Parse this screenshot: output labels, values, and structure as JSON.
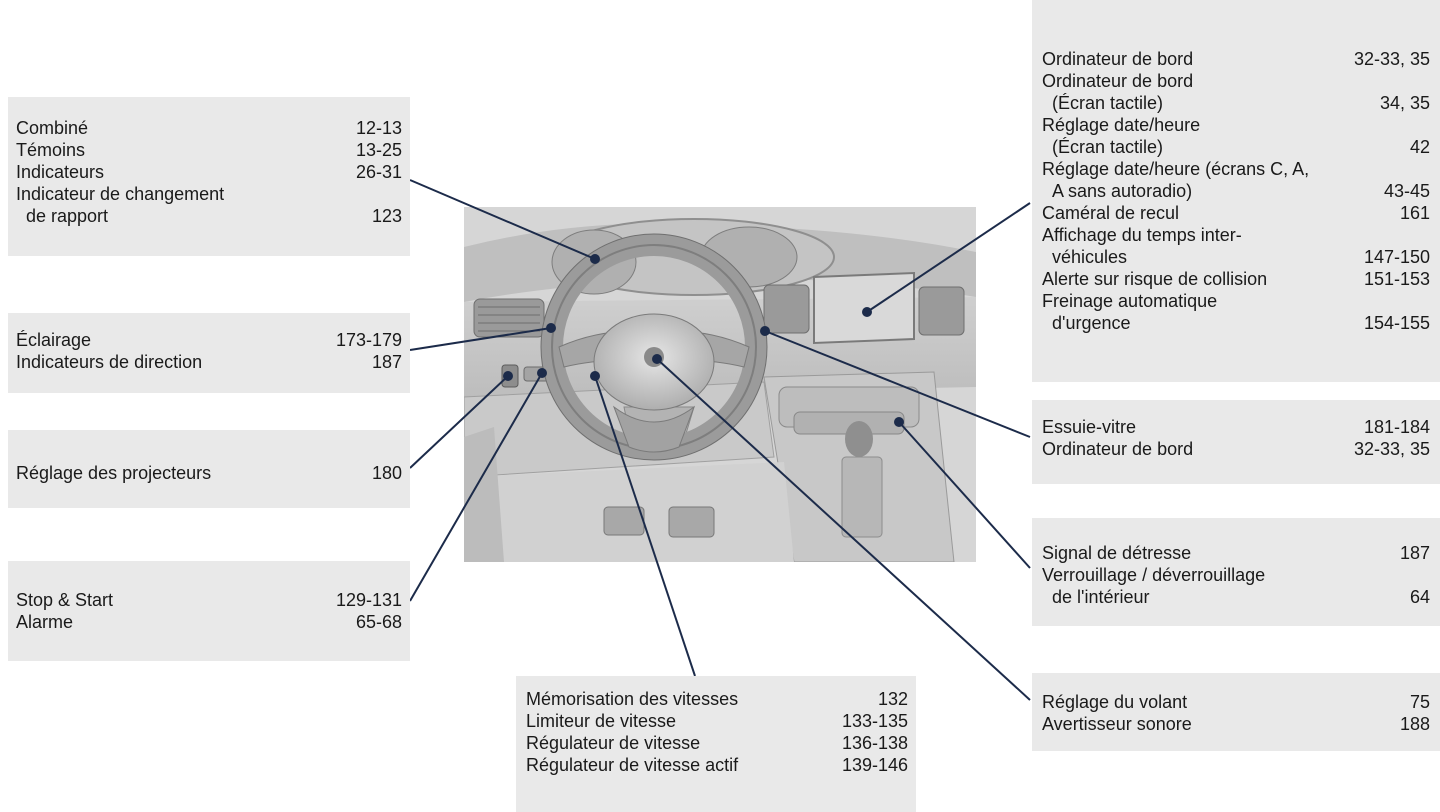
{
  "boxes": {
    "cluster": {
      "rows": [
        {
          "label": "Combiné",
          "page": "12-13"
        },
        {
          "label": "Témoins",
          "page": "13-25"
        },
        {
          "label": "Indicateurs",
          "page": "26-31"
        },
        {
          "label": "Indicateur de changement",
          "page": ""
        },
        {
          "label": "de rapport",
          "page": "123",
          "indent": true
        }
      ]
    },
    "lighting": {
      "rows": [
        {
          "label": "Éclairage",
          "page": "173-179"
        },
        {
          "label": "Indicateurs de direction",
          "page": "187"
        }
      ]
    },
    "headlamp": {
      "rows": [
        {
          "label": "Réglage des projecteurs",
          "page": "180"
        }
      ]
    },
    "stopstart": {
      "rows": [
        {
          "label": "Stop & Start",
          "page": "129-131"
        },
        {
          "label": "Alarme",
          "page": "65-68"
        }
      ]
    },
    "speed": {
      "rows": [
        {
          "label": "Mémorisation des vitesses",
          "page": "132"
        },
        {
          "label": "Limiteur de vitesse",
          "page": "133-135"
        },
        {
          "label": "Régulateur de vitesse",
          "page": "136-138"
        },
        {
          "label": "Régulateur de vitesse actif",
          "page": "139-146"
        }
      ]
    },
    "screen": {
      "rows": [
        {
          "label": "Ordinateur de bord",
          "page": "32-33, 35"
        },
        {
          "label": "Ordinateur de bord",
          "page": ""
        },
        {
          "label": "(Écran tactile)",
          "page": "34, 35",
          "indent": true
        },
        {
          "label": "Réglage date/heure",
          "page": ""
        },
        {
          "label": "(Écran tactile)",
          "page": "42",
          "indent": true
        },
        {
          "label": "Réglage date/heure (écrans C, A,",
          "page": ""
        },
        {
          "label": "A sans autoradio)",
          "page": "43-45",
          "indent": true
        },
        {
          "label": "Caméral de recul",
          "page": "161"
        },
        {
          "label": "Affichage du temps inter-",
          "page": ""
        },
        {
          "label": "véhicules",
          "page": "147-150",
          "indent": true
        },
        {
          "label": "Alerte sur risque de collision",
          "page": "151-153"
        },
        {
          "label": "Freinage automatique",
          "page": ""
        },
        {
          "label": "d'urgence",
          "page": "154-155",
          "indent": true
        }
      ]
    },
    "wiper": {
      "rows": [
        {
          "label": "Essuie-vitre",
          "page": "181-184"
        },
        {
          "label": "Ordinateur de bord",
          "page": "32-33, 35"
        }
      ]
    },
    "hazard": {
      "rows": [
        {
          "label": "Signal de détresse",
          "page": "187"
        },
        {
          "label": "Verrouillage / déverrouillage",
          "page": ""
        },
        {
          "label": "de l'intérieur",
          "page": "64",
          "indent": true
        }
      ]
    },
    "steering": {
      "rows": [
        {
          "label": "Réglage du volant",
          "page": "75"
        },
        {
          "label": "Avertisseur sonore",
          "page": "188"
        }
      ]
    }
  },
  "colors": {
    "box_bg": "#e9e9e9",
    "leader": "#1c2b4a",
    "photo_bg": "#d8d8d8"
  }
}
